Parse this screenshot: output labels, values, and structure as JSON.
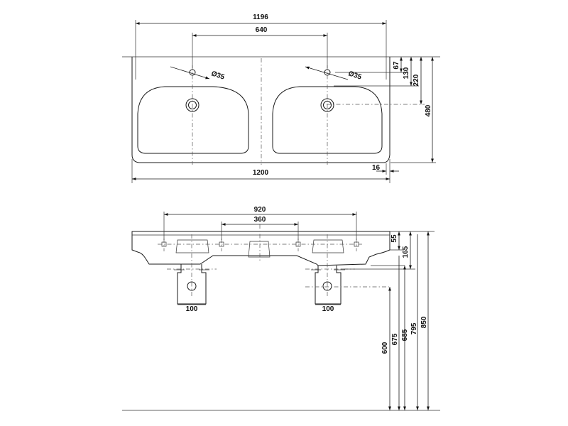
{
  "top_view": {
    "overall_width_top": "1196",
    "tap_spacing": "640",
    "tap_hole_left": "Ø35",
    "tap_hole_right": "Ø35",
    "overall_width_bottom": "1200",
    "rim_offset": "16",
    "depth_tap": "67",
    "depth_130": "130",
    "depth_220": "220",
    "depth_total": "480"
  },
  "front_view": {
    "fixing_920": "920",
    "fixing_360": "360",
    "trap_width_left": "100",
    "trap_width_right": "100",
    "height_55": "55",
    "height_165": "165",
    "floor_600": "600",
    "floor_675": "675",
    "floor_685": "685",
    "floor_795": "795",
    "floor_850": "850"
  }
}
